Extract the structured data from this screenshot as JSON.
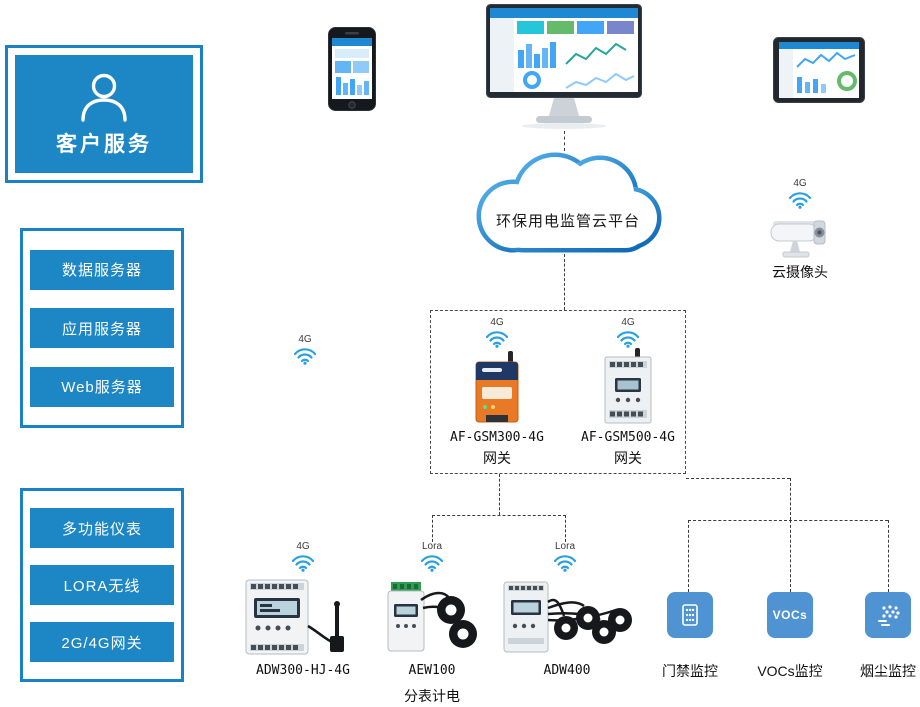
{
  "colors": {
    "frame_blue": "#1a82c4",
    "button_blue": "#1d86c5",
    "tile_blue": "#4f93d2",
    "wifi_blue": "#2aa0e0",
    "cloud_blue": "#1a7dcd"
  },
  "customer_service": {
    "label": "客户服务"
  },
  "server_group": {
    "items": [
      {
        "label": "数据服务器"
      },
      {
        "label": "应用服务器"
      },
      {
        "label": "Web服务器"
      }
    ]
  },
  "device_group": {
    "items": [
      {
        "label": "多功能仪表"
      },
      {
        "label": "LORA无线"
      },
      {
        "label": "2G/4G网关"
      }
    ]
  },
  "cloud": {
    "label": "环保用电监管云平台"
  },
  "camera": {
    "label": "云摄像头",
    "signal": "4G"
  },
  "uplink_signal": {
    "signal": "4G"
  },
  "gateways": {
    "gsm300": {
      "model": "AF-GSM300-4G",
      "type": "网关",
      "signal": "4G"
    },
    "gsm500": {
      "model": "AF-GSM500-4G",
      "type": "网关",
      "signal": "4G"
    }
  },
  "field_devices": {
    "adw300": {
      "model": "ADW300-HJ-4G",
      "signal": "4G"
    },
    "aew100": {
      "model": "AEW100",
      "signal": "Lora",
      "note": "分表计电"
    },
    "adw400": {
      "model": "ADW400",
      "signal": "Lora"
    }
  },
  "monitors": {
    "access": {
      "label": "门禁监控"
    },
    "vocs": {
      "label": "VOCs监控",
      "icon_text": "VOCs"
    },
    "dust": {
      "label": "烟尘监控"
    }
  }
}
